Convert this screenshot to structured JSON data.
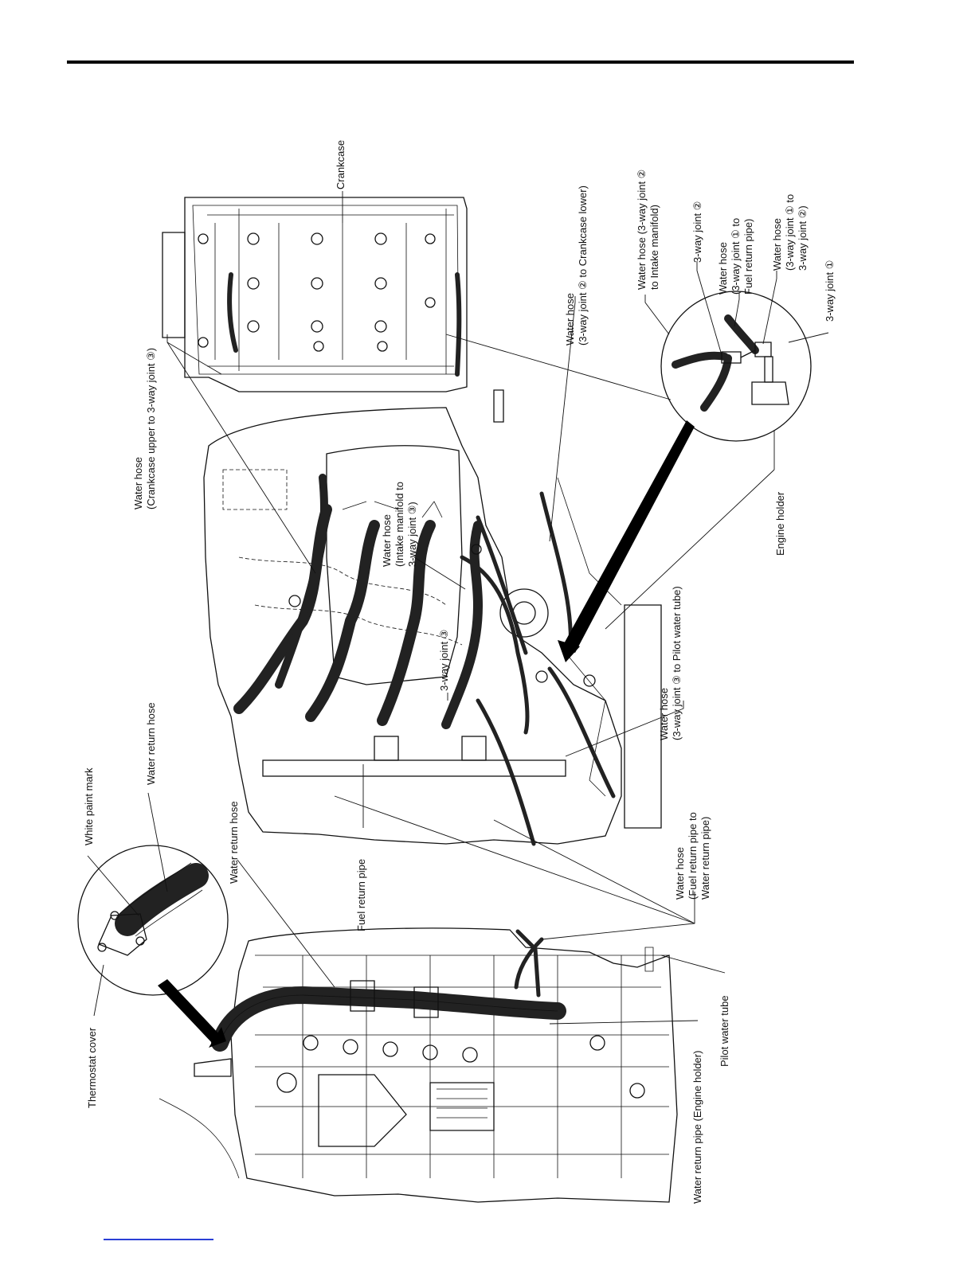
{
  "colors": {
    "rule": "#000000",
    "link_underline": "#2a3fd6",
    "hose_fill": "#8a8a8a"
  },
  "labels": {
    "crankcase": "Crankcase",
    "wh_3way2_intake_l1": "Water hose (3-way joint ②",
    "wh_3way2_intake_l2": "to Intake manifold)",
    "wh_3way2_crank_l1": "Water hose",
    "wh_3way2_crank_l2": "(3-way joint ② to Crankcase lower)",
    "three_way_2": "3-way joint ②",
    "wh_3way1_fuel_l1": "Water hose",
    "wh_3way1_fuel_l2": "(3-way joint ① to",
    "wh_3way1_fuel_l3": "Fuel return pipe)",
    "wh_3way1_3way2_l1": "Water hose",
    "wh_3way1_3way2_l2": "(3-way joint ① to",
    "wh_3way1_3way2_l3": "3-way joint ②)",
    "three_way_1": "3-way joint ①",
    "wh_crank_upper_l1": "Water hose",
    "wh_crank_upper_l2": "(Crankcase upper to 3-way joint ③)",
    "wh_intake_3way3_l1": "Water hose",
    "wh_intake_3way3_l2": "(Intake manifold to",
    "wh_intake_3way3_l3": "3-way joint ③)",
    "three_way_3": "3-way joint ③",
    "engine_holder": "Engine holder",
    "wh_3way3_pilot_l1": "Water hose",
    "wh_3way3_pilot_l2": "(3-way joint ③ to Pilot water tube)",
    "white_paint_mark": "White paint mark",
    "water_return_hose_a": "Water return hose",
    "water_return_hose_b": "Water return hose",
    "fuel_return_pipe": "Fuel return pipe",
    "wh_fuel_water_l1": "Water hose",
    "wh_fuel_water_l2": "(Fuel return pipe to",
    "wh_fuel_water_l3": "Water return pipe)",
    "thermostat_cover": "Thermostat cover",
    "water_return_pipe": "Water return pipe (Engine holder)",
    "pilot_water_tube": "Pilot water tube"
  }
}
